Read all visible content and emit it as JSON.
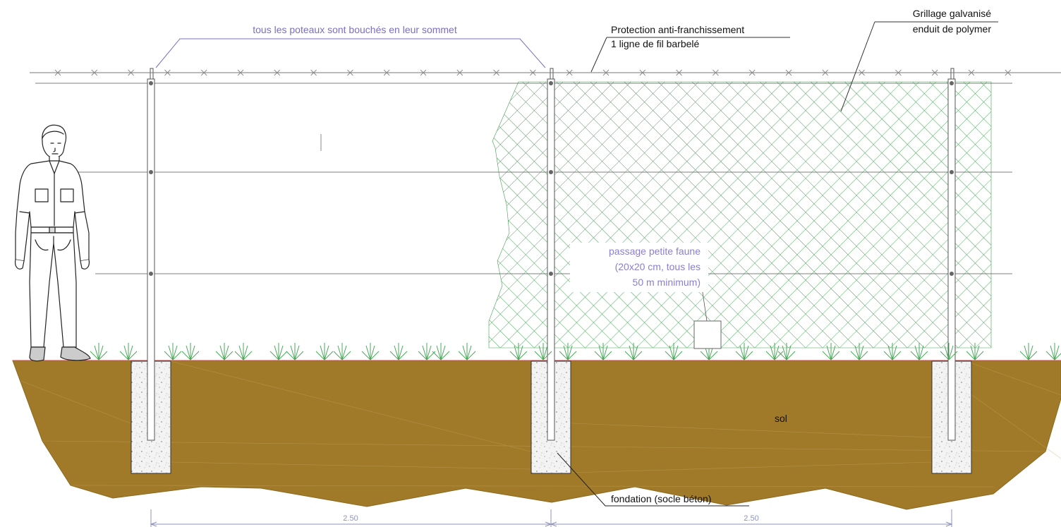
{
  "labels": {
    "caps": "tous les poteaux sont bouchés en leur sommet",
    "protection_line1": "Protection anti-franchissement",
    "protection_line2": "1 ligne de fil barbelé",
    "mesh_line1": "Grillage galvanisé",
    "mesh_line2": "enduit de polymer",
    "fauna_line1": "passage petite faune",
    "fauna_line2": "(20x20 cm, tous les",
    "fauna_line3": "50 m minimum)",
    "soil": "sol",
    "foundation": "fondation (socle béton)"
  },
  "dimensions": [
    {
      "value": "2.50"
    },
    {
      "value": "2.50"
    }
  ],
  "colors": {
    "soil": "#a07a28",
    "mesh": "#3a9a4a",
    "grass": "#4aa85a",
    "caps_callout": "#7a6fc0",
    "fauna_text": "#8a7fd0",
    "dimension": "#8f94b8",
    "line": "#555555"
  }
}
